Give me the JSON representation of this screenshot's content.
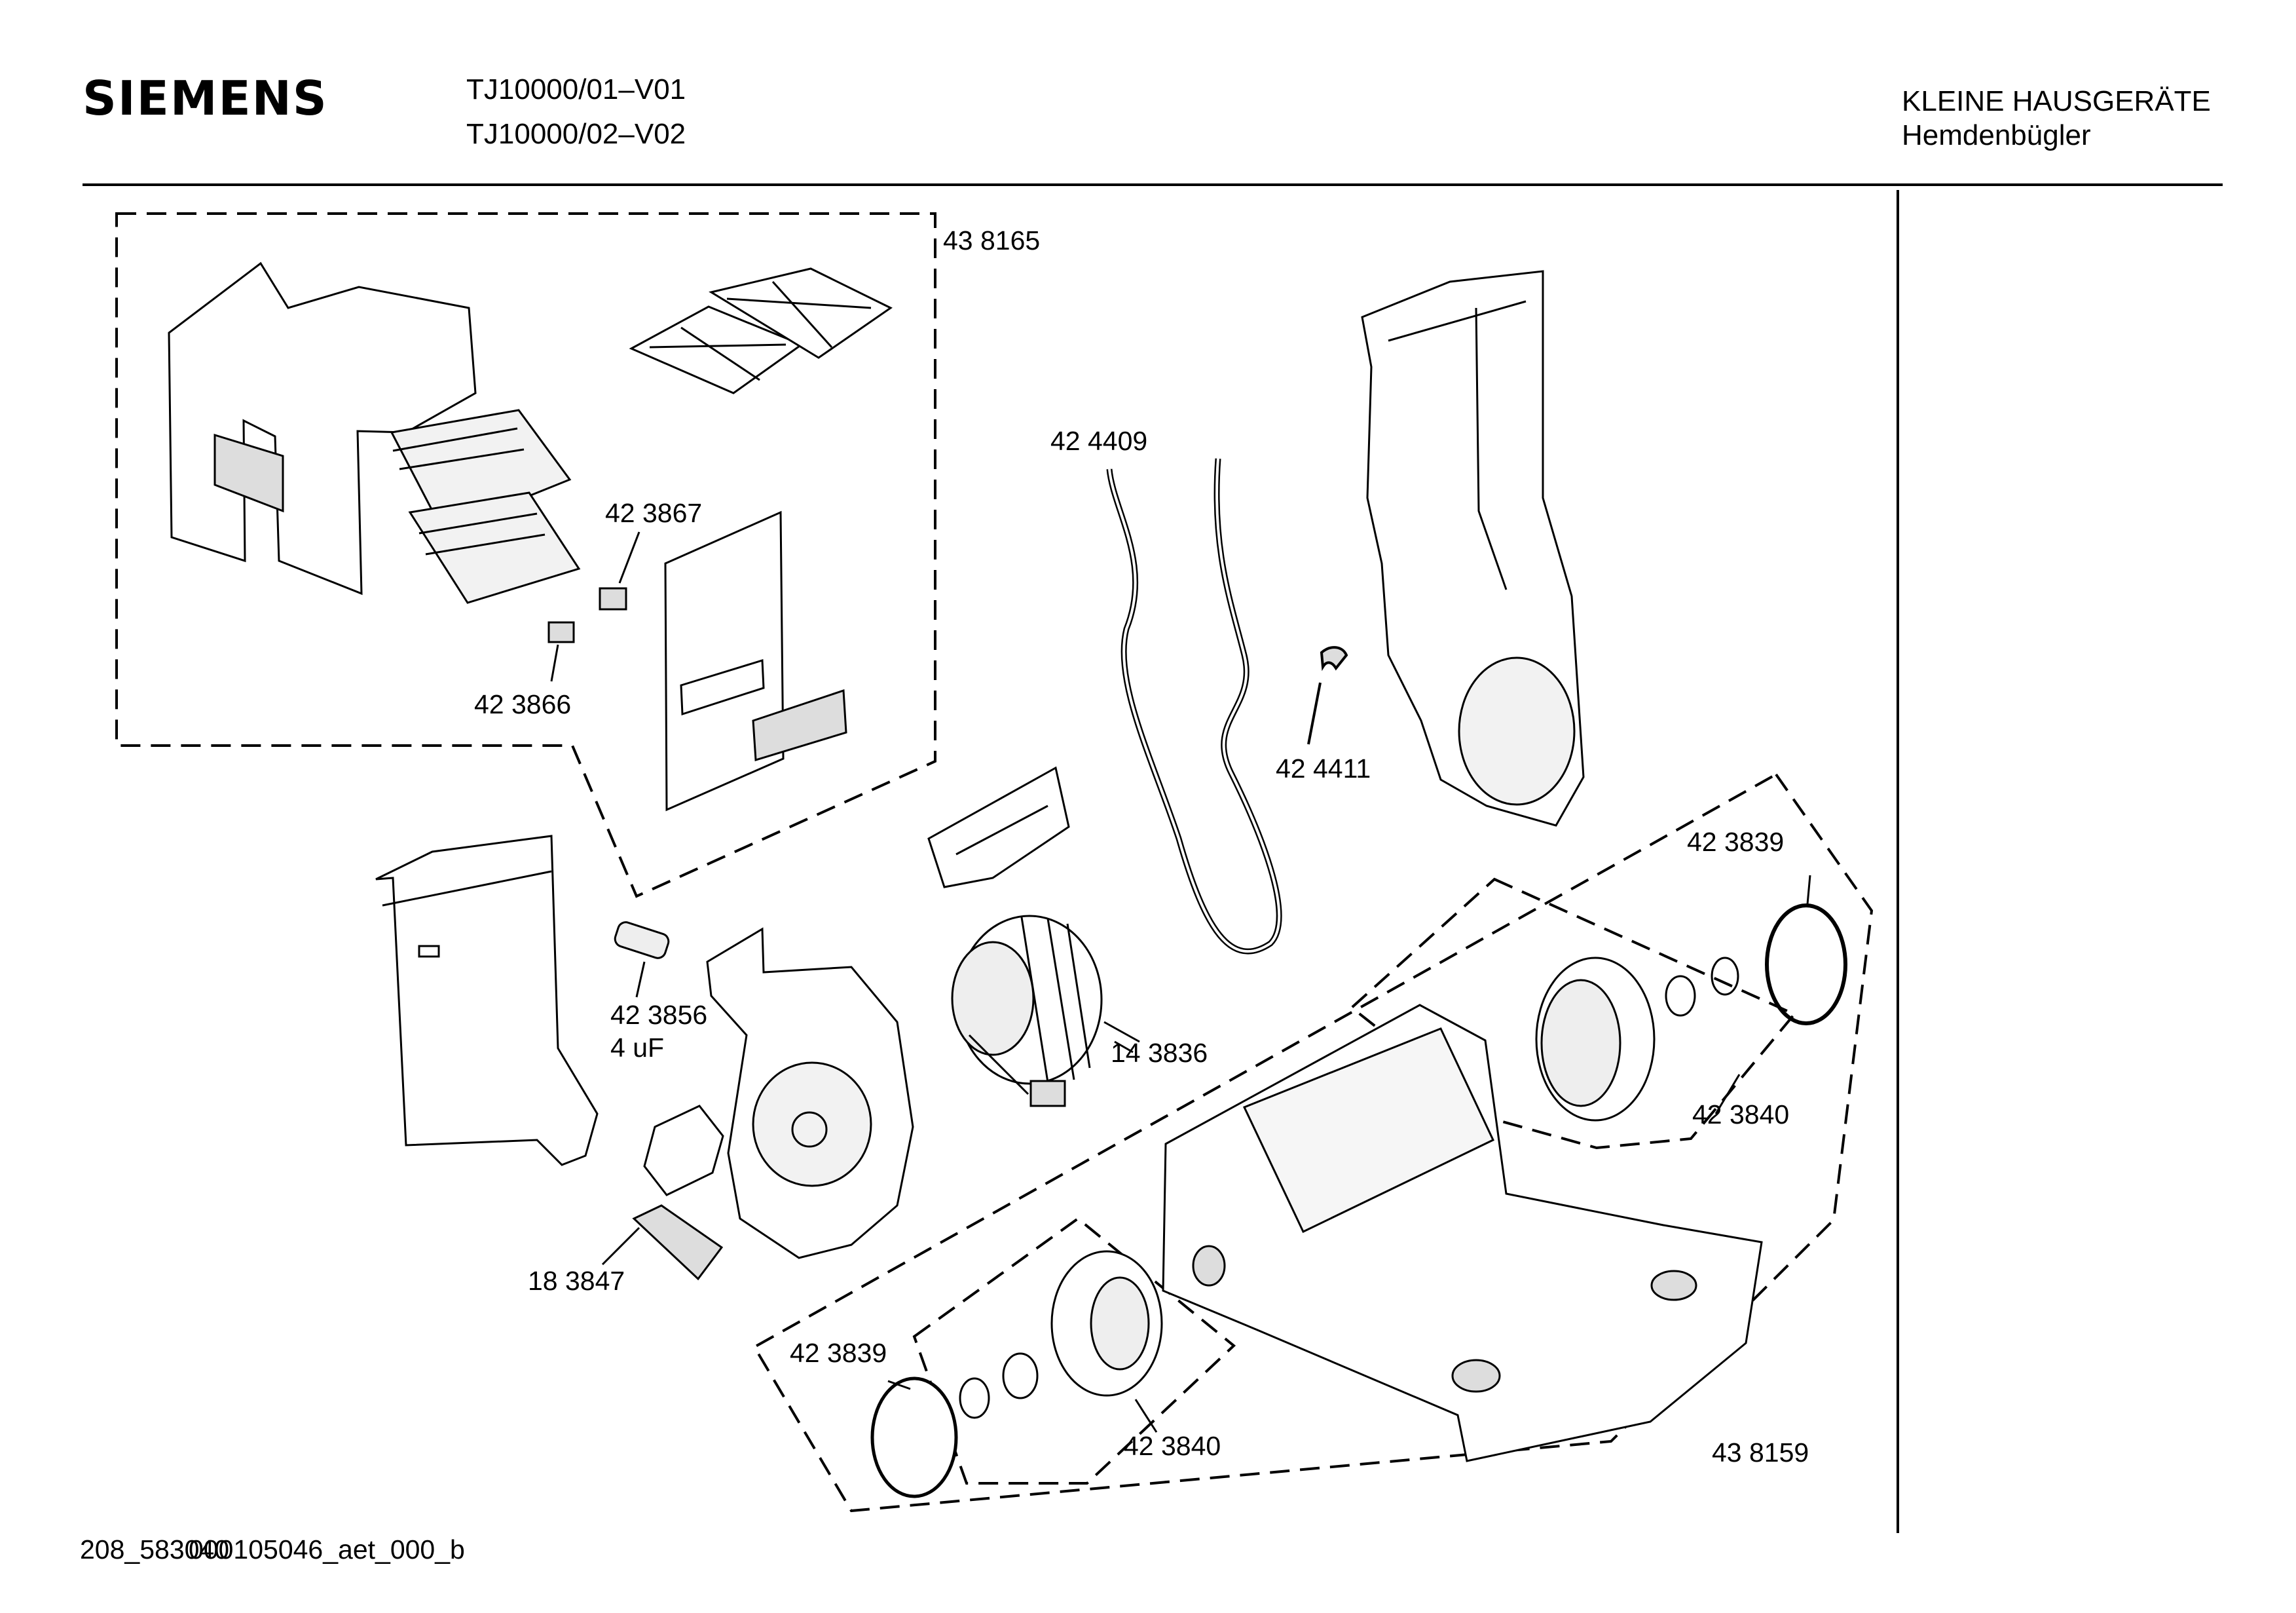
{
  "header": {
    "brand": "SIEMENS",
    "models": [
      "TJ10000/01–V01",
      "TJ10000/02–V02"
    ],
    "category": "KLEINE HAUSGERÄTE",
    "product": "Hemdenbügler"
  },
  "parts": [
    "43 8165",
    "42 3867",
    "42 3866",
    "42 4409",
    "42 4411",
    "42 3856",
    "4 uF",
    "14 3836",
    "18 3847",
    "42 3839",
    "42 3840",
    "42 3839",
    "42 3840",
    "43 8159"
  ],
  "footer": {
    "code": "208_583040",
    "code_overlap": "000105046_aet_000_b"
  }
}
